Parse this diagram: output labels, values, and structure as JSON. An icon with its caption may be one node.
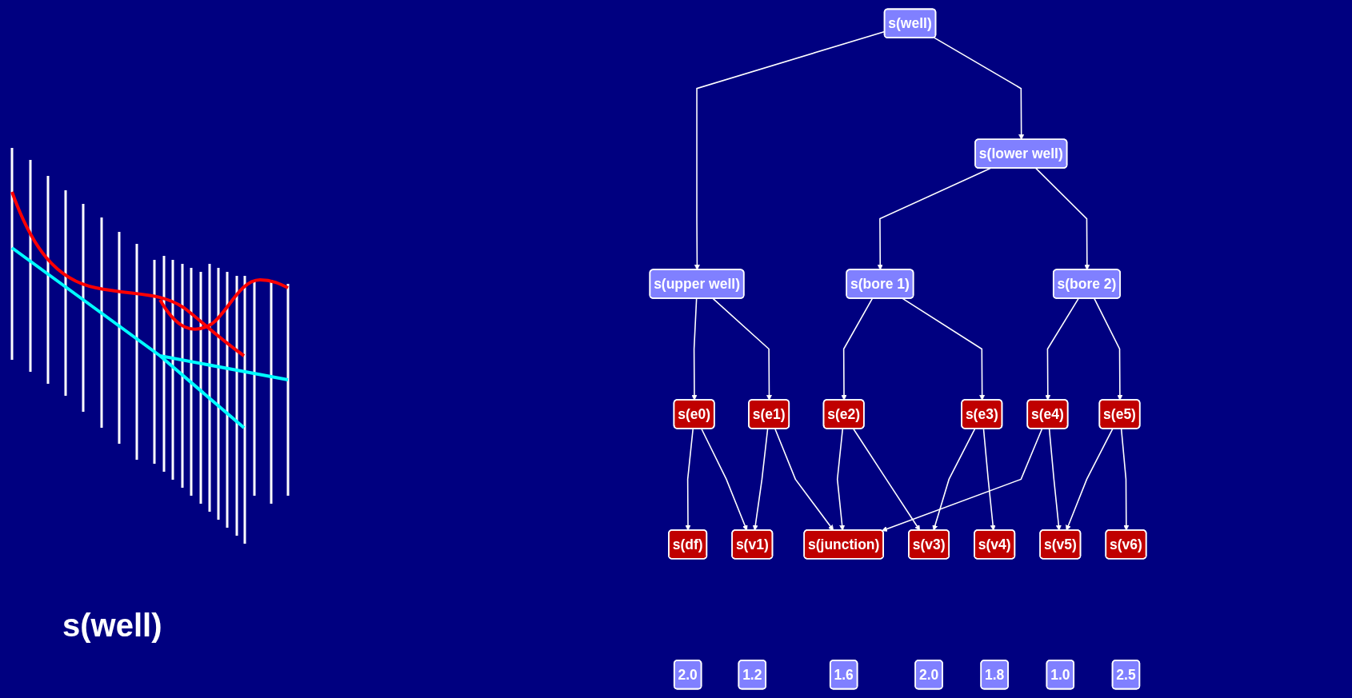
{
  "diagram": {
    "nodes": [
      {
        "text": [
          "s(well)"
        ]
      },
      {
        "text": [
          "s(upper well)"
        ]
      },
      {
        "text": [
          "s(lower well)"
        ]
      },
      {
        "text": [
          "s(bore 1)"
        ]
      },
      {
        "text": [
          "s(bore 2)"
        ]
      },
      {
        "text": [
          "s(e0)"
        ]
      },
      {
        "text": [
          "s(e1)"
        ]
      },
      {
        "text": [
          "s(e2)"
        ]
      },
      {
        "text": [
          "s(e3)"
        ]
      },
      {
        "text": [
          "s(e4)"
        ]
      },
      {
        "text": [
          "s(e5)"
        ]
      },
      {
        "text": [
          "s(df)"
        ]
      },
      {
        "text": [
          "s(v1)"
        ]
      },
      {
        "text": [
          "s(junction)"
        ]
      },
      {
        "text": [
          "s(v3)"
        ]
      },
      {
        "text": [
          "s(v4)"
        ]
      },
      {
        "text": [
          "s(v5)"
        ]
      },
      {
        "text": [
          "s(v6)"
        ]
      },
      {
        "text": [
          "2.0"
        ]
      },
      {
        "text": [
          "1.2"
        ]
      },
      {
        "text": [
          "1.6"
        ]
      },
      {
        "text": [
          "2.0"
        ]
      },
      {
        "text": [
          "1.8"
        ]
      },
      {
        "text": [
          "1.0"
        ]
      },
      {
        "text": [
          "2.5"
        ]
      }
    ],
    "edges": [
      {
        "from": 0,
        "to": 1,
        "arrow": "to"
      },
      {
        "from": 0,
        "to": 2,
        "arrow": "to"
      },
      {
        "from": 1,
        "to": 5,
        "arrow": "to"
      },
      {
        "from": 1,
        "to": 6,
        "arrow": "to"
      },
      {
        "from": 2,
        "to": 3,
        "arrow": "to"
      },
      {
        "from": 2,
        "to": 4,
        "arrow": "to"
      },
      {
        "from": 3,
        "to": 7,
        "arrow": "to"
      },
      {
        "from": 3,
        "to": 8,
        "arrow": "to"
      },
      {
        "from": 4,
        "to": 9,
        "arrow": "to"
      },
      {
        "from": 4,
        "to": 10,
        "arrow": "to"
      },
      {
        "from": 5,
        "to": 11,
        "arrow": "to"
      },
      {
        "from": 5,
        "to": 12,
        "arrow": "to"
      },
      {
        "from": 6,
        "to": 12,
        "arrow": "to"
      },
      {
        "from": 6,
        "to": 13,
        "arrow": "to"
      },
      {
        "from": 7,
        "to": 13,
        "arrow": "to"
      },
      {
        "from": 7,
        "to": 14,
        "arrow": "to"
      },
      {
        "from": 8,
        "to": 14,
        "arrow": "to"
      },
      {
        "from": 8,
        "to": 15,
        "arrow": "to"
      },
      {
        "from": 9,
        "to": 13,
        "arrow": "to"
      },
      {
        "from": 9,
        "to": 16,
        "arrow": "to"
      },
      {
        "from": 10,
        "to": 16,
        "arrow": "to"
      },
      {
        "from": 10,
        "to": 17,
        "arrow": "to"
      }
    ],
    "labels": [
      "s(well)"
    ]
  }
}
